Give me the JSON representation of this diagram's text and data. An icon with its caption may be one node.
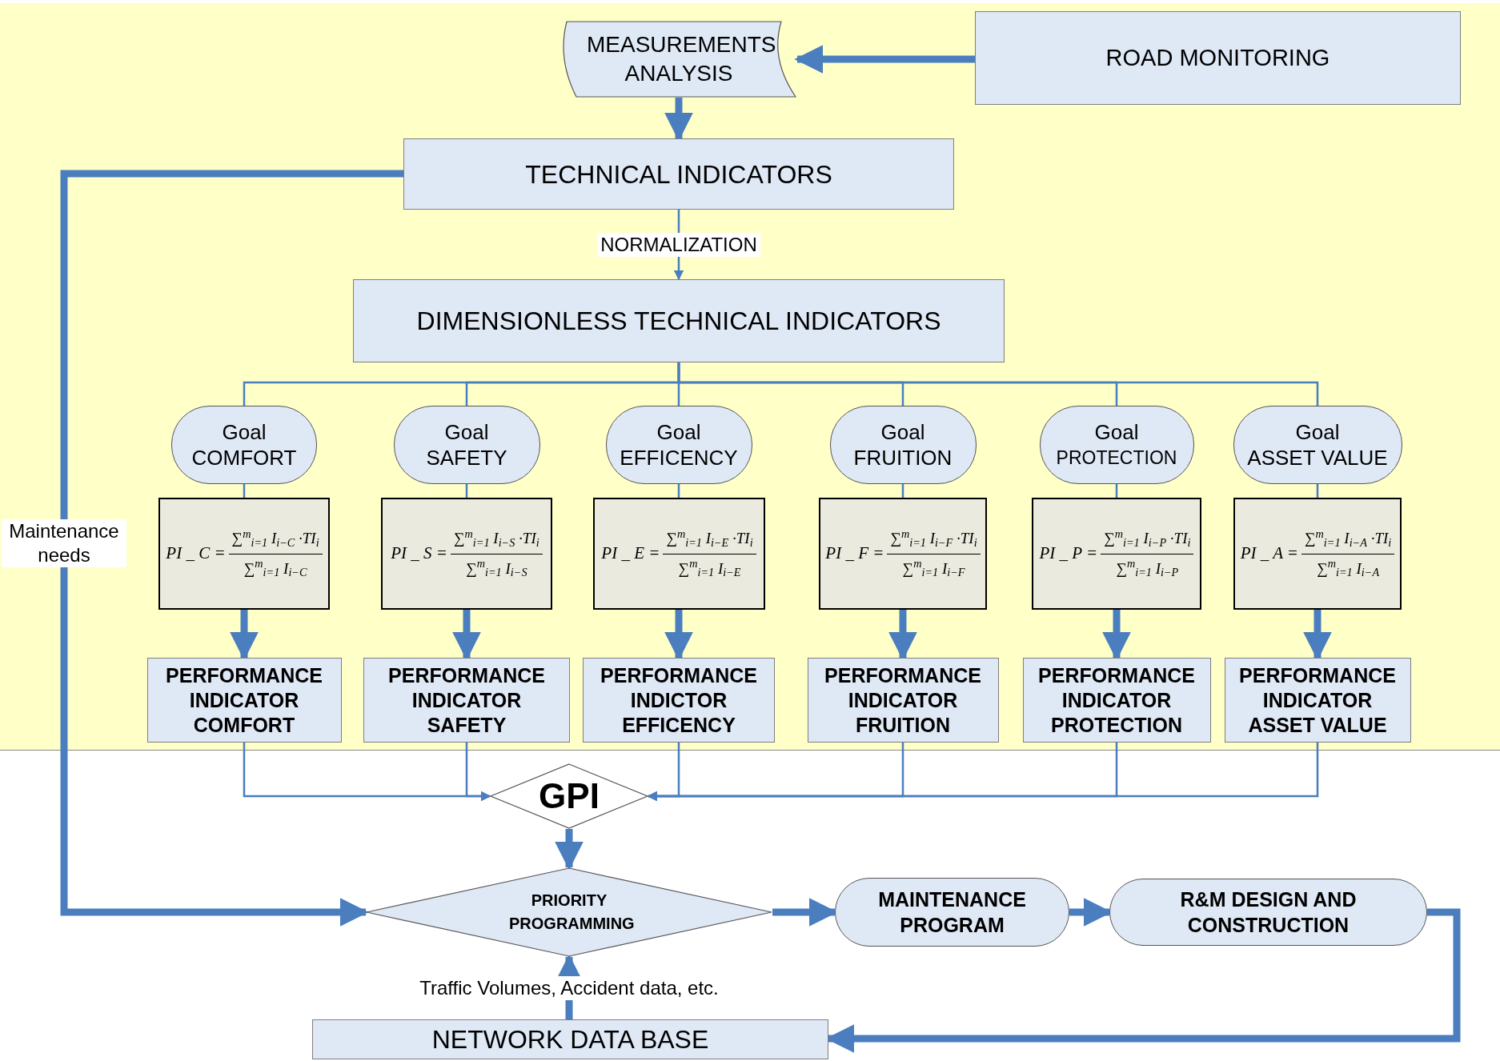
{
  "diagram": {
    "nodes": [
      {
        "text": [
          "MEASUREMENTS ANALYSIS"
        ]
      },
      {
        "text": [
          "ROAD  MONITORING"
        ]
      },
      {
        "text": [
          "TECHNICAL INDICATORS"
        ]
      },
      {
        "text": [
          "DIMENSIONLESS TECHNICAL INDICATORS"
        ]
      },
      {
        "text": [
          "Goal",
          "COMFORT"
        ]
      },
      {
        "text": [
          "Goal",
          "SAFETY"
        ]
      },
      {
        "text": [
          "Goal",
          "EFFICENCY"
        ]
      },
      {
        "text": [
          "Goal",
          "FRUITION"
        ]
      },
      {
        "text": [
          "Goal",
          "PROTECTION"
        ]
      },
      {
        "text": [
          "Goal",
          "ASSET VALUE"
        ]
      },
      {
        "text": [
          "PI _ C =",
          "∑$^{m}$$_{i=1}$ I$_{i−C}$ ·TI$_{i}$",
          "∑$^{m}$$_{i=1}$ I$_{i−C}$"
        ]
      },
      {
        "text": [
          "PI _ S =",
          "∑$^{m}$$_{i=1}$ I$_{i−S}$ ·TI$_{i}$",
          "∑$^{m}$$_{i=1}$ I$_{i−S}$"
        ]
      },
      {
        "text": [
          "PI _ E =",
          "∑$^{m}$$_{i=1}$ I$_{i−E}$ ·TI$_{i}$",
          "∑$^{m}$$_{i=1}$ I$_{i−E}$"
        ]
      },
      {
        "text": [
          "PI _ F =",
          "∑$^{m}$$_{i=1}$ I$_{i−F}$ ·TI$_{i}$",
          "∑$^{m}$$_{i=1}$ I$_{i−F}$"
        ]
      },
      {
        "text": [
          "PI _ P =",
          "∑$^{m}$$_{i=1}$ I$_{i−P}$ ·TI$_{i}$",
          "∑$^{m}$$_{i=1}$ I$_{i−P}$"
        ]
      },
      {
        "text": [
          "PI _ A =",
          "∑$^{m}$$_{i=1}$ I$_{i−A}$ ·TI$_{i}$",
          "∑$^{m}$$_{i=1}$ I$_{i−A}$"
        ]
      },
      {
        "text": [
          "PERFORMANCE INDICATOR COMFORT"
        ]
      },
      {
        "text": [
          "PERFORMANCE INDICATOR SAFETY"
        ]
      },
      {
        "text": [
          "PERFORMANCE INDICTOR EFFICENCY"
        ]
      },
      {
        "text": [
          "PERFORMANCE INDICATOR FRUITION"
        ]
      },
      {
        "text": [
          "PERFORMANCE INDICATOR PROTECTION"
        ]
      },
      {
        "text": [
          "PERFORMANCE INDICATOR ASSET VALUE"
        ]
      },
      {
        "text": [
          "GPI"
        ]
      },
      {
        "text": [
          "PRIORITY PROGRAMMING"
        ]
      },
      {
        "text": [
          "MAINTENANCE PROGRAM"
        ]
      },
      {
        "text": [
          "R&M  DESIGN  AND CONSTRUCTION"
        ]
      },
      {
        "text": [
          "NETWORK DATA BASE"
        ]
      }
    ],
    "edges": [
      {
        "from": 1,
        "to": 0,
        "arrow": "to",
        "style": "thick"
      },
      {
        "from": 0,
        "to": 2,
        "arrow": "to",
        "style": "thick"
      },
      {
        "from": 2,
        "to": 3,
        "arrow": "to",
        "label": "NORMALIZATION"
      },
      {
        "from": 3,
        "to": 4,
        "arrow": "none"
      },
      {
        "from": 3,
        "to": 5,
        "arrow": "none"
      },
      {
        "from": 3,
        "to": 6,
        "arrow": "none"
      },
      {
        "from": 3,
        "to": 7,
        "arrow": "none"
      },
      {
        "from": 3,
        "to": 8,
        "arrow": "none"
      },
      {
        "from": 3,
        "to": 9,
        "arrow": "none"
      },
      {
        "from": 4,
        "to": 10,
        "arrow": "none"
      },
      {
        "from": 5,
        "to": 11,
        "arrow": "none"
      },
      {
        "from": 6,
        "to": 12,
        "arrow": "none"
      },
      {
        "from": 7,
        "to": 13,
        "arrow": "none"
      },
      {
        "from": 8,
        "to": 14,
        "arrow": "none"
      },
      {
        "from": 9,
        "to": 15,
        "arrow": "none"
      },
      {
        "from": 10,
        "to": 16,
        "arrow": "to",
        "style": "thick"
      },
      {
        "from": 11,
        "to": 17,
        "arrow": "to",
        "style": "thick"
      },
      {
        "from": 12,
        "to": 18,
        "arrow": "to",
        "style": "thick"
      },
      {
        "from": 13,
        "to": 19,
        "arrow": "to",
        "style": "thick"
      },
      {
        "from": 14,
        "to": 20,
        "arrow": "to",
        "style": "thick"
      },
      {
        "from": 15,
        "to": 21,
        "arrow": "to",
        "style": "thick"
      },
      {
        "from": 16,
        "to": 22,
        "arrow": "to"
      },
      {
        "from": 17,
        "to": 22,
        "arrow": "to"
      },
      {
        "from": 18,
        "to": 22,
        "arrow": "to"
      },
      {
        "from": 19,
        "to": 22,
        "arrow": "to"
      },
      {
        "from": 20,
        "to": 22,
        "arrow": "to"
      },
      {
        "from": 21,
        "to": 22,
        "arrow": "to"
      },
      {
        "from": 22,
        "to": 23,
        "arrow": "to",
        "style": "thick"
      },
      {
        "from": 2,
        "to": 23,
        "arrow": "to",
        "style": "thick",
        "label": "Maintenance needs"
      },
      {
        "from": 23,
        "to": 24,
        "arrow": "to",
        "style": "thick"
      },
      {
        "from": 24,
        "to": 25,
        "arrow": "to",
        "style": "thick"
      },
      {
        "from": 25,
        "to": 26,
        "arrow": "to",
        "style": "thick"
      },
      {
        "from": 26,
        "to": 23,
        "arrow": "to",
        "style": "thick",
        "label": "Traffic Volumes, Accident data, etc."
      }
    ]
  }
}
